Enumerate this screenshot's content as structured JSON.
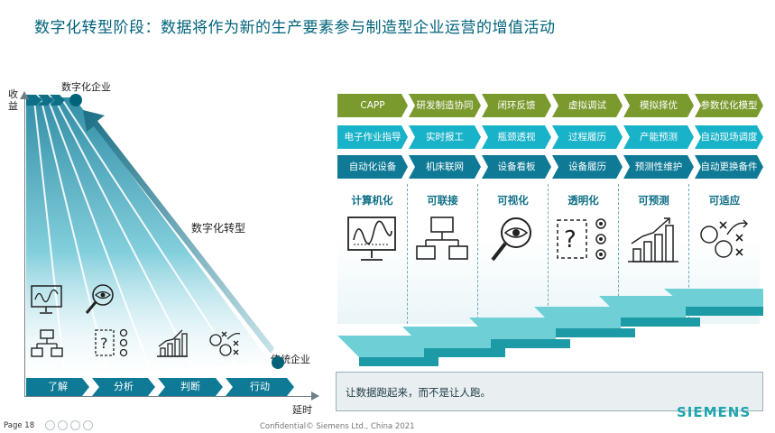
{
  "title": "数字化转型阶段：数据将作为新的生产要素参与制造型企业运营的增值活动",
  "left_chart": {
    "y_axis_label": "收益",
    "x_axis_label": "延时",
    "top_point_label": "数字化企业",
    "bottom_point_label": "传统企业",
    "arrow_label": "数字化转型",
    "steps": [
      "了解",
      "分析",
      "判断",
      "行动"
    ],
    "icons": [
      "monitor-wave-icon",
      "magnifier-eye-icon",
      "network-icon",
      "question-targets-icon",
      "bar-chart-icon",
      "strategy-board-icon"
    ]
  },
  "right_panel": {
    "rows": [
      [
        "CAPP",
        "研发制造协同",
        "闭环反馈",
        "虚拟调试",
        "模拟择优",
        "参数优化模型"
      ],
      [
        "电子作业指导",
        "实时报工",
        "瓶颈透视",
        "过程履历",
        "产能预测",
        "自动现场调度"
      ],
      [
        "自动化设备",
        "机床联网",
        "设备看板",
        "设备履历",
        "预测性维护",
        "自动更换备件"
      ]
    ],
    "columns": [
      {
        "title": "计算机化",
        "icon": "monitor-wave-icon"
      },
      {
        "title": "可联接",
        "icon": "network-icon"
      },
      {
        "title": "可视化",
        "icon": "magnifier-eye-icon"
      },
      {
        "title": "透明化",
        "icon": "question-targets-icon"
      },
      {
        "title": "可预测",
        "icon": "bar-chart-icon"
      },
      {
        "title": "可适应",
        "icon": "strategy-board-icon"
      }
    ],
    "message": "让数据跑起来，而不是让人跑。",
    "colors": {
      "row1": "#7a9a2e",
      "row2": "#18b3c9",
      "row3": "#0e7a96",
      "stair": "#2bb0b8"
    }
  },
  "footer": {
    "page": "Page 18",
    "confidential": "Confidential© Siemens Ltd., China 2021",
    "logo": "SIEMENS"
  }
}
